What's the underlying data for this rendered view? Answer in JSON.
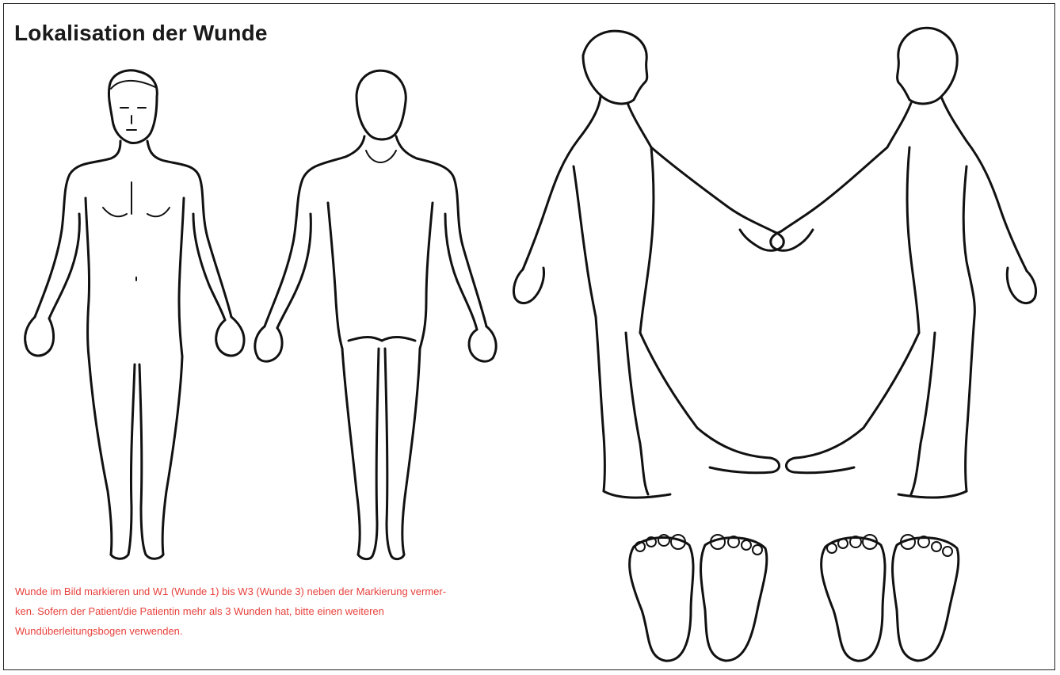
{
  "title": "Lokalisation der Wunde",
  "instruction": {
    "lines": [
      "Wunde im Bild markieren und W1 (Wunde 1) bis W3 (Wunde 3) neben der Markierung vermer-",
      "ken. Sofern der Patient/die Patientin mehr als 3 Wunden hat, bitte einen weiteren",
      "Wundüberleitungsbogen verwenden."
    ],
    "color": "#e8413c"
  },
  "figures": [
    "body-front-view",
    "body-back-view",
    "body-right-side-view",
    "body-left-side-view",
    "foot-soles-pair-left",
    "foot-soles-pair-right"
  ]
}
